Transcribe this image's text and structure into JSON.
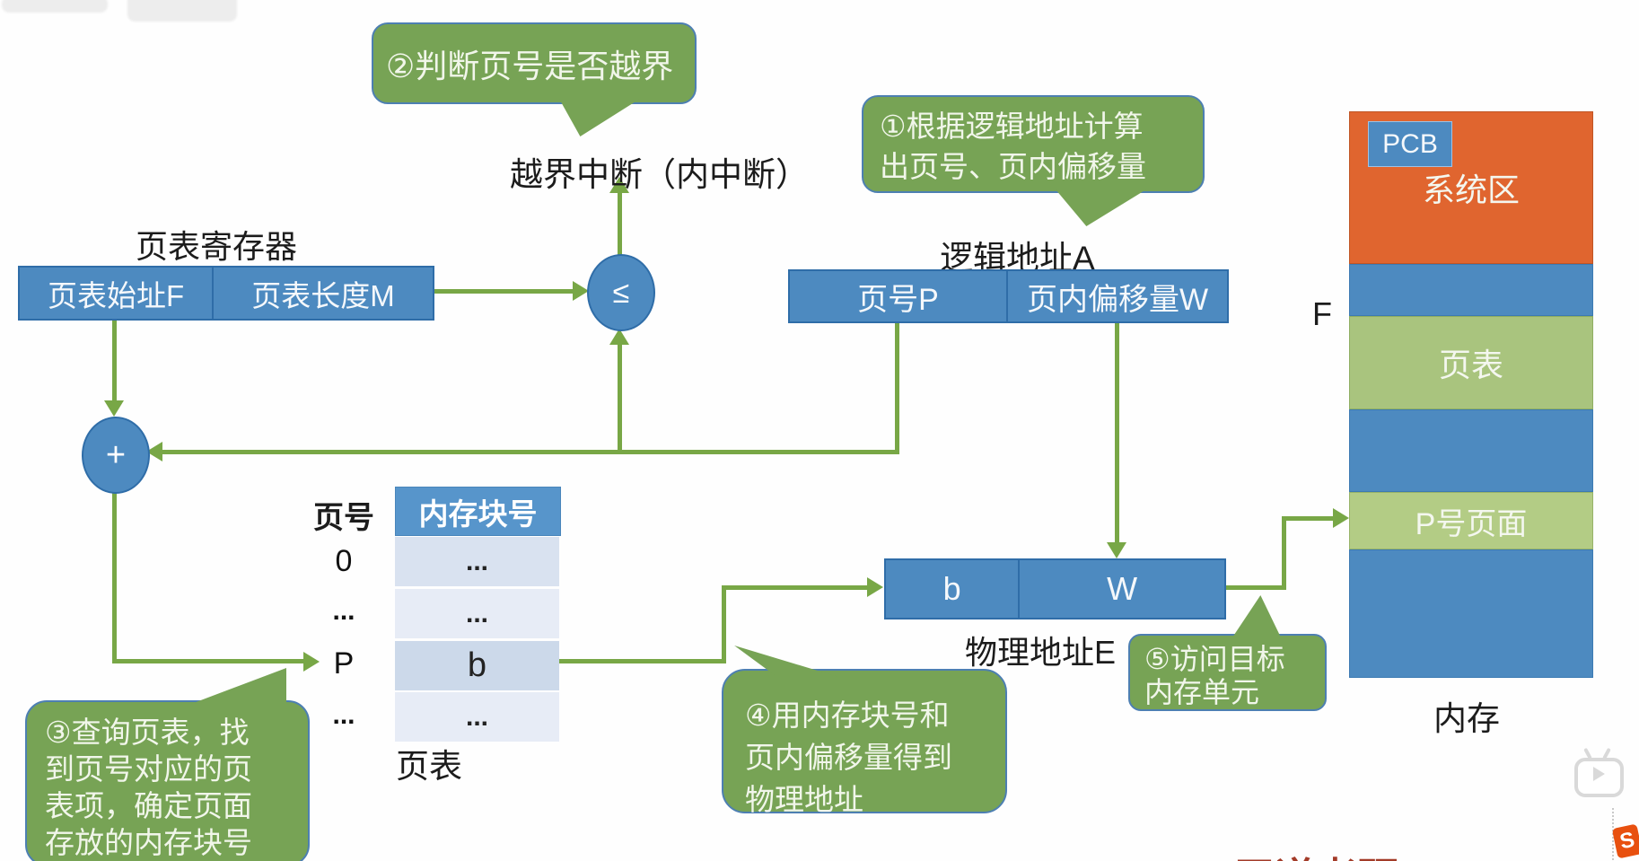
{
  "callouts": {
    "c1": {
      "line1": "①根据逻辑地址计算",
      "line2": "出页号、页内偏移量"
    },
    "c2": {
      "text": "②判断页号是否越界"
    },
    "c3": {
      "line1": "③查询页表，找",
      "line2": "到页号对应的页",
      "line3": "表项，确定页面",
      "line4": "存放的内存块号"
    },
    "c4": {
      "line1": "④用内存块号和",
      "line2": "页内偏移量得到",
      "line3": "物理地址"
    },
    "c5": {
      "line1": "⑤访问目标",
      "line2": "内存单元"
    }
  },
  "labels": {
    "interrupt": "越界中断（内中断）",
    "page_table_register": "页表寄存器",
    "logical_address": "逻辑地址A",
    "physical_address": "物理地址E",
    "page_table_caption": "页表",
    "memory_caption": "内存",
    "f_mark": "F",
    "le_op": "≤",
    "plus_op": "+"
  },
  "registers": {
    "start": "页表始址F",
    "length": "页表长度M"
  },
  "logical": {
    "page": "页号P",
    "offset": "页内偏移量W"
  },
  "physical": {
    "block": "b",
    "offset": "W"
  },
  "table": {
    "col_left": "页号",
    "header": "内存块号",
    "rows": [
      {
        "page": "0",
        "block": "..."
      },
      {
        "page": "...",
        "block": "..."
      },
      {
        "page": "P",
        "block": "b"
      },
      {
        "page": "...",
        "block": "..."
      }
    ]
  },
  "memory": {
    "pcb": "PCB",
    "sections": [
      {
        "label": "系统区"
      },
      {
        "label": ""
      },
      {
        "label": "页表"
      },
      {
        "label": ""
      },
      {
        "label": "P号页面"
      },
      {
        "label": ""
      }
    ]
  },
  "footer": {
    "brand": "王道考研/CSKAOYAN.COM",
    "logo": "S"
  },
  "colors": {
    "box_blue": "#4d8ac0",
    "line_green": "#78a746",
    "callout_green": "#77a355",
    "orange": "#e0652f",
    "section_green": "#a9c47e",
    "section_light_green": "#b3cc85",
    "brand_red": "#a33b28"
  }
}
